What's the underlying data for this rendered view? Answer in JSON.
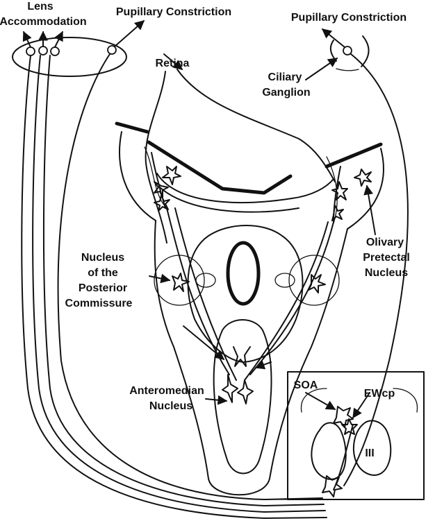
{
  "labels": {
    "lens_accommodation_line1": "Lens",
    "lens_accommodation_line2": "Accommodation",
    "pupillary_constriction_left": "Pupillary Constriction",
    "pupillary_constriction_right": "Pupillary Constriction",
    "retina": "Retina",
    "ciliary_ganglion_line1": "Ciliary",
    "ciliary_ganglion_line2": "Ganglion",
    "olivary_line1": "Olivary",
    "olivary_line2": "Pretectal",
    "olivary_line3": "Nucleus",
    "npc_line1": "Nucleus",
    "npc_line2": "of the",
    "npc_line3": "Posterior",
    "npc_line4": "Commissure",
    "anteromedian_line1": "Anteromedian",
    "anteromedian_line2": "Nucleus",
    "soa": "SOA",
    "ewcp": "EWcp",
    "oculomotor": "III"
  },
  "colors": {
    "ink": "#111111",
    "background": "#ffffff"
  }
}
